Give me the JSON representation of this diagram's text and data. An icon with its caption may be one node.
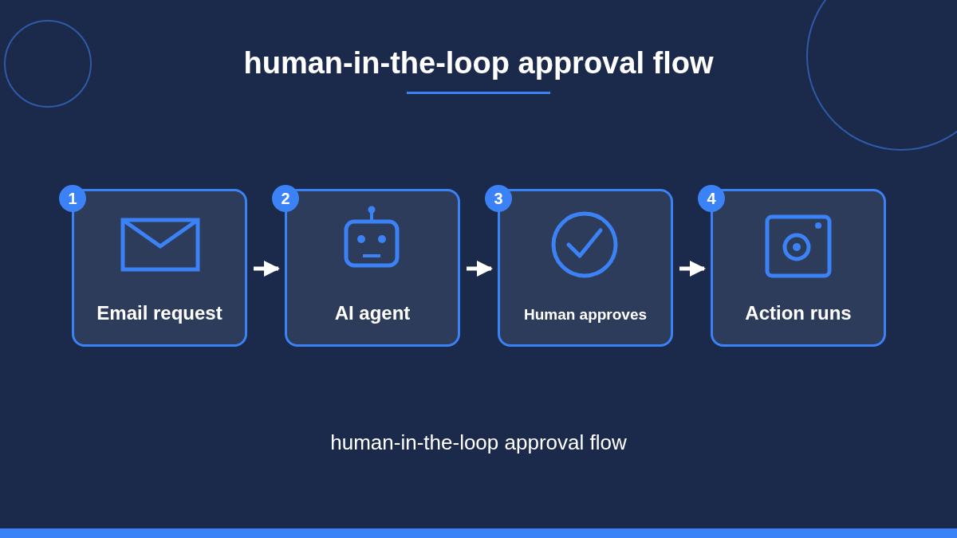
{
  "diagram": {
    "title": "human-in-the-loop approval flow",
    "caption": "human-in-the-loop approval flow",
    "nodes": [
      {
        "text": [
          "1",
          "Email request"
        ]
      },
      {
        "text": [
          "2",
          "AI agent"
        ]
      },
      {
        "text": [
          "3",
          "Human approves"
        ]
      },
      {
        "text": [
          "4",
          "Action runs"
        ]
      }
    ],
    "edges": [
      {
        "from": 0,
        "to": 1,
        "arrow": "to"
      },
      {
        "from": 1,
        "to": 2,
        "arrow": "to"
      },
      {
        "from": 2,
        "to": 3,
        "arrow": "to"
      }
    ]
  }
}
